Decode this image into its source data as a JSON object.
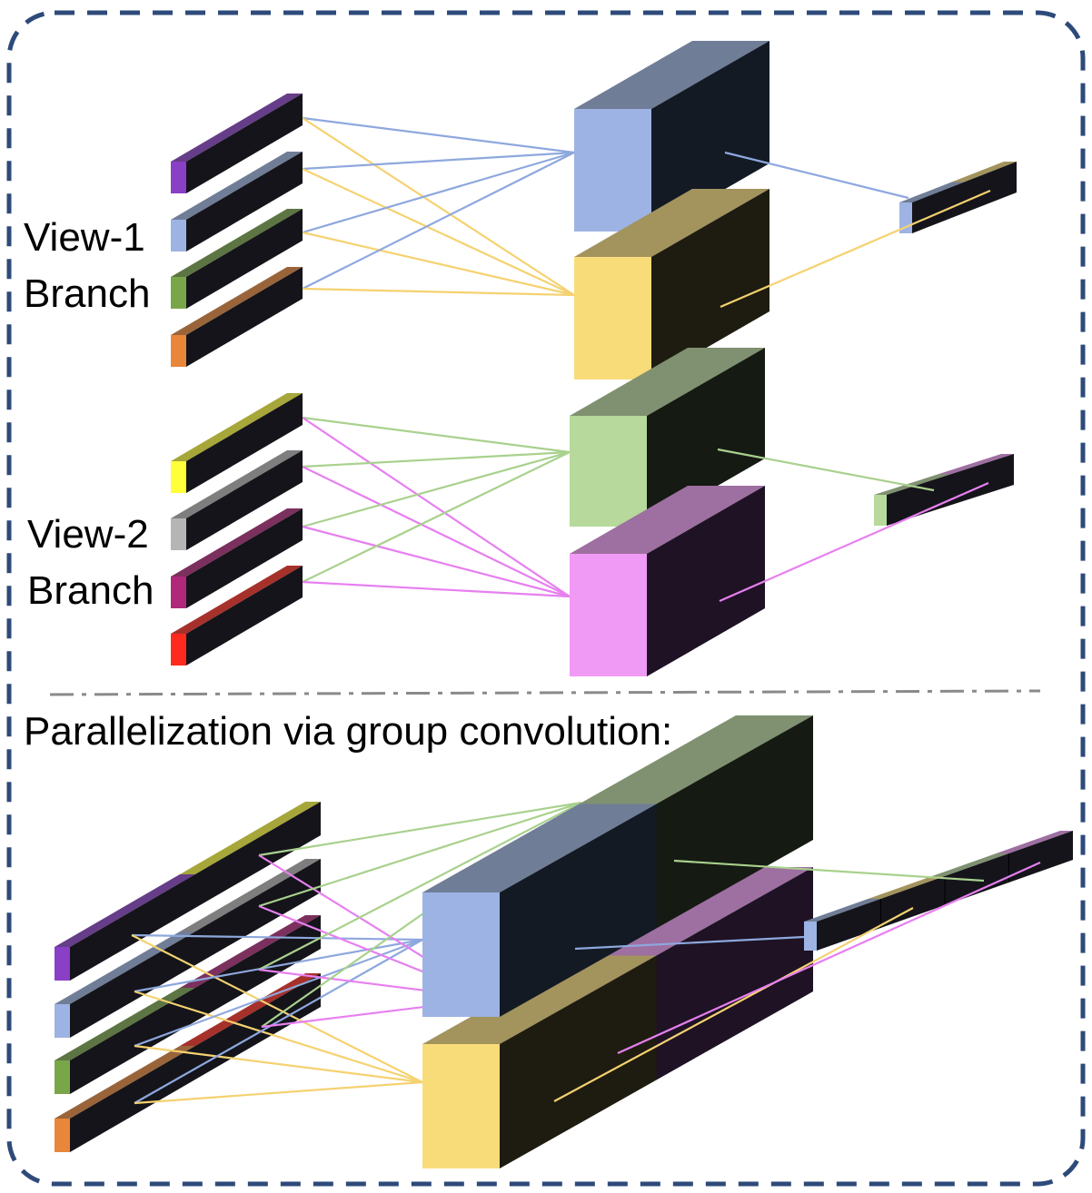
{
  "labels": {
    "view1_line1": "View-1",
    "view1_line2": "Branch",
    "view2_line1": "View-2",
    "view2_line2": "Branch",
    "group_caption": "Parallelization via group convolution:"
  },
  "colors": {
    "frame": "#2d4a7a",
    "separator": "#8a8a8a",
    "dark_side": "#14141a",
    "purple": "#8a3fc7",
    "blue": "#9db3e3",
    "green": "#7aa64a",
    "orange": "#e8863a",
    "yellow": "#ffff3a",
    "gray": "#b5b5b5",
    "plum": "#b0287a",
    "red": "#ff2a1e",
    "gold": "#f9dc7a",
    "sage": "#b7d99c",
    "pink": "#f09af5",
    "line_blue": "#8ea8de",
    "line_yellow": "#f5d270",
    "line_green": "#a9d18e",
    "line_pink": "#e77ff0"
  }
}
